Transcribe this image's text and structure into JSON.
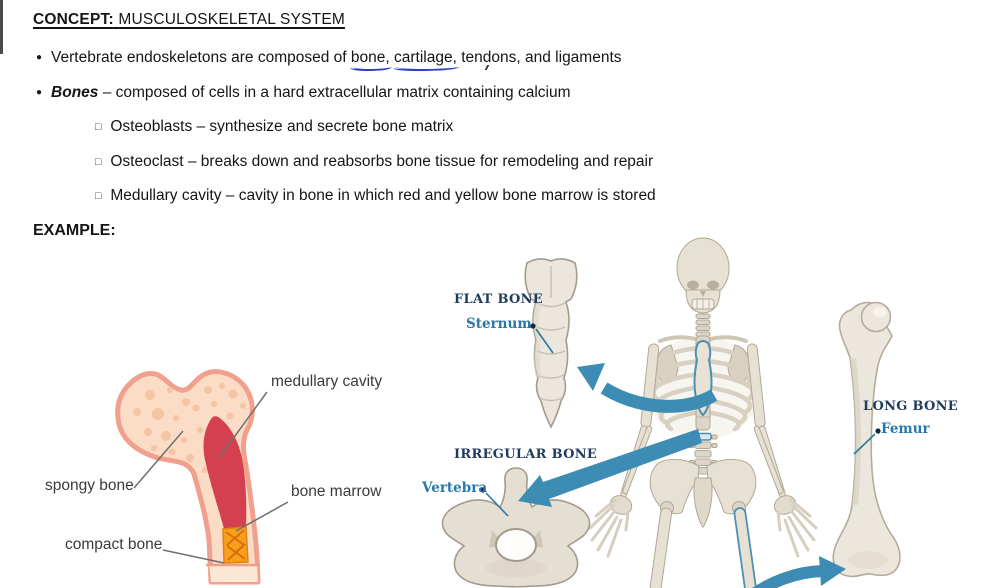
{
  "header": {
    "prefix": "CONCEPT:",
    "title": "MUSCULOSKELETAL SYSTEM"
  },
  "markers": {
    "bullet": "●",
    "square": "□"
  },
  "bullets": {
    "b1": {
      "pre": "Vertebrate endoskeletons are composed of ",
      "u1": "bone,",
      "mid1": " ",
      "u2": "cartilage,",
      "mid2": " ",
      "w3": "tendons,",
      "post": " and ligaments"
    },
    "b2": {
      "term": "Bones",
      "rest": " – composed of cells in a hard extracellular matrix containing calcium"
    },
    "sub": [
      "Osteoblasts – synthesize and secrete bone matrix",
      "Osteoclast – breaks down and reabsorbs bone tissue for remodeling and repair",
      "Medullary cavity – cavity in bone in which red and yellow bone marrow is stored"
    ]
  },
  "example_heading": "EXAMPLE:",
  "bone_diagram": {
    "labels": {
      "medullary": "medullary cavity",
      "spongy": "spongy bone",
      "marrow": "bone marrow",
      "compact": "compact bone"
    }
  },
  "bone_types": {
    "flat": {
      "category": "FLAT BONE",
      "example": "Sternum"
    },
    "irregular": {
      "category": "IRREGULAR BONE",
      "example": "Vertebra"
    },
    "long": {
      "category": "LONG BONE",
      "example": "Femur"
    }
  },
  "colors": {
    "arrow": "#3d8cb3",
    "category_text": "#1e3a5c",
    "example_text": "#2679a8",
    "ink_underline": "#2e3fc6",
    "cavity_red": "#d4404f",
    "marrow_orange": "#f8a01b",
    "bone_fill": "#fbdcc6",
    "bone_outline": "#f0a08c",
    "skeleton_fill": "#e7e1d4",
    "skeleton_stroke": "#b2a796",
    "highlight_outline": "#4a90b4"
  }
}
